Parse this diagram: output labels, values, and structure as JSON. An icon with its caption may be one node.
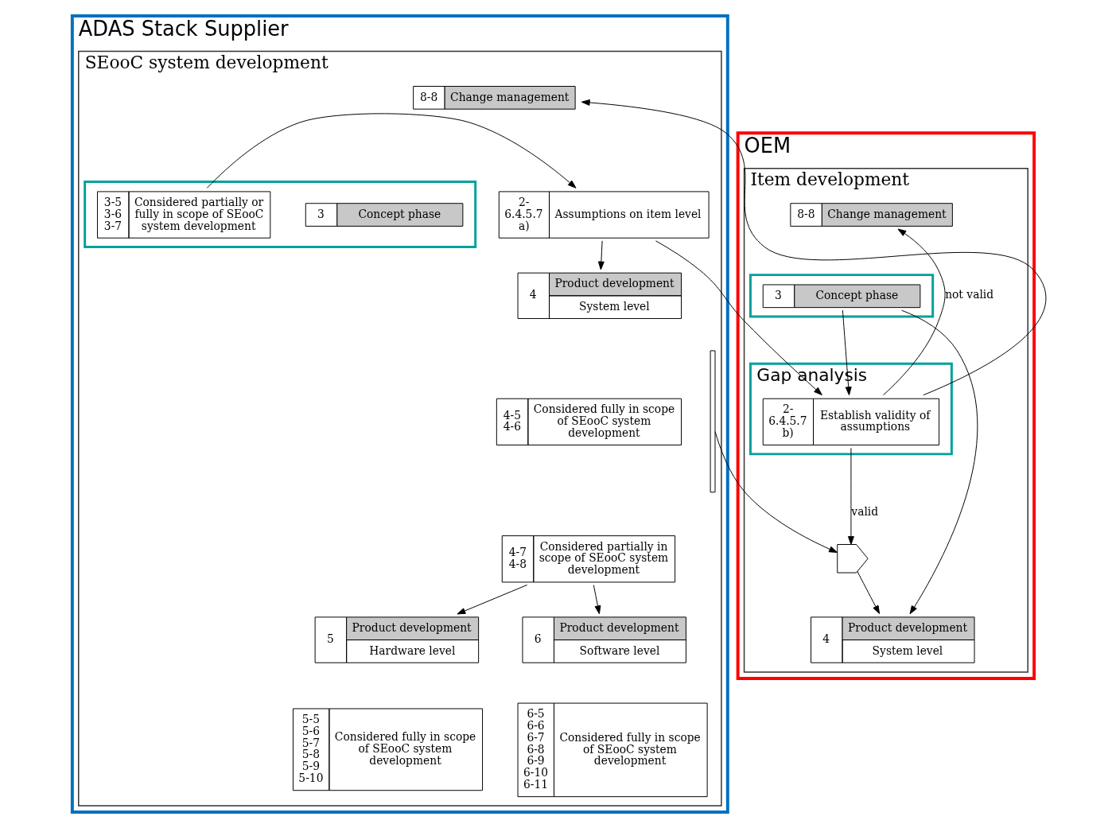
{
  "diagram": {
    "nodes": [
      {
        "text": [
          "ADAS Stack Supplier"
        ]
      },
      {
        "text": [
          "SEooC system development"
        ],
        "in": 0
      },
      {
        "text": [
          "8-8",
          "Change management"
        ],
        "in": 1
      },
      {
        "text": [],
        "shape": "box",
        "in": 1
      },
      {
        "text": [
          "3",
          "Concept phase"
        ],
        "in": 3
      },
      {
        "text": [
          "3-5 3-6 3-7",
          "Considered partially or fully in scope of SEooC system development"
        ],
        "in": 3
      },
      {
        "text": [
          "2- 6.4.5.7 a)",
          "Assumptions on item level"
        ],
        "in": 1
      },
      {
        "text": [
          "4",
          "Product development",
          "System level"
        ],
        "in": 1
      },
      {
        "text": [
          "4-5 4-6",
          "Considered fully in scope of SEooC system development"
        ],
        "in": 1
      },
      {
        "text": [
          "4-7 4-8",
          "Considered partially in scope of SEooC system development"
        ],
        "in": 1
      },
      {
        "text": [
          "5",
          "Product development",
          "Hardware level"
        ],
        "in": 1
      },
      {
        "text": [
          "5-5 5-6 5-7 5-8 5-9 5-10",
          "Considered fully in scope of SEooC system development"
        ],
        "in": 1
      },
      {
        "text": [
          "6",
          "Product development",
          "Software level"
        ],
        "in": 1
      },
      {
        "text": [
          "6-5 6-6 6-7 6-8 6-9 6-10 6-11",
          "Considered fully in scope of SEooC system development"
        ],
        "in": 1
      },
      {
        "text": [],
        "shape": "bracket",
        "in": 1
      },
      {
        "text": [
          "OEM"
        ]
      },
      {
        "text": [
          "Item development"
        ],
        "in": 15
      },
      {
        "text": [
          "8-8",
          "Change management"
        ],
        "in": 16
      },
      {
        "text": [
          "Gap analysis"
        ],
        "in": 16
      },
      {
        "text": [
          "2- 6.4.5.7 b)",
          "Establish validity of assumptions"
        ],
        "in": 18
      },
      {
        "text": [],
        "shape": "box",
        "in": 16
      },
      {
        "text": [
          "3",
          "Concept phase"
        ],
        "in": 20
      },
      {
        "text": [],
        "shape": "and-gate",
        "in": 16
      },
      {
        "text": [
          "4",
          "Product development",
          "System level"
        ],
        "in": 16
      }
    ],
    "edges": [
      {
        "from": 5,
        "to": 6,
        "arrow": "to"
      },
      {
        "from": 6,
        "to": 7,
        "arrow": "to"
      },
      {
        "from": 9,
        "to": 10,
        "arrow": "to"
      },
      {
        "from": 9,
        "to": 12,
        "arrow": "to"
      },
      {
        "from": 6,
        "to": 19,
        "arrow": "to"
      },
      {
        "from": 19,
        "to": 17,
        "arrow": "to",
        "label": "not valid"
      },
      {
        "from": 19,
        "to": 2,
        "arrow": "to"
      },
      {
        "from": 21,
        "to": 19,
        "arrow": "to"
      },
      {
        "from": 21,
        "to": 23,
        "arrow": "to"
      },
      {
        "from": 19,
        "to": 22,
        "arrow": "to",
        "label": "valid"
      },
      {
        "from": 14,
        "to": 22,
        "arrow": "to"
      },
      {
        "from": 22,
        "to": 23,
        "arrow": "to"
      }
    ]
  }
}
